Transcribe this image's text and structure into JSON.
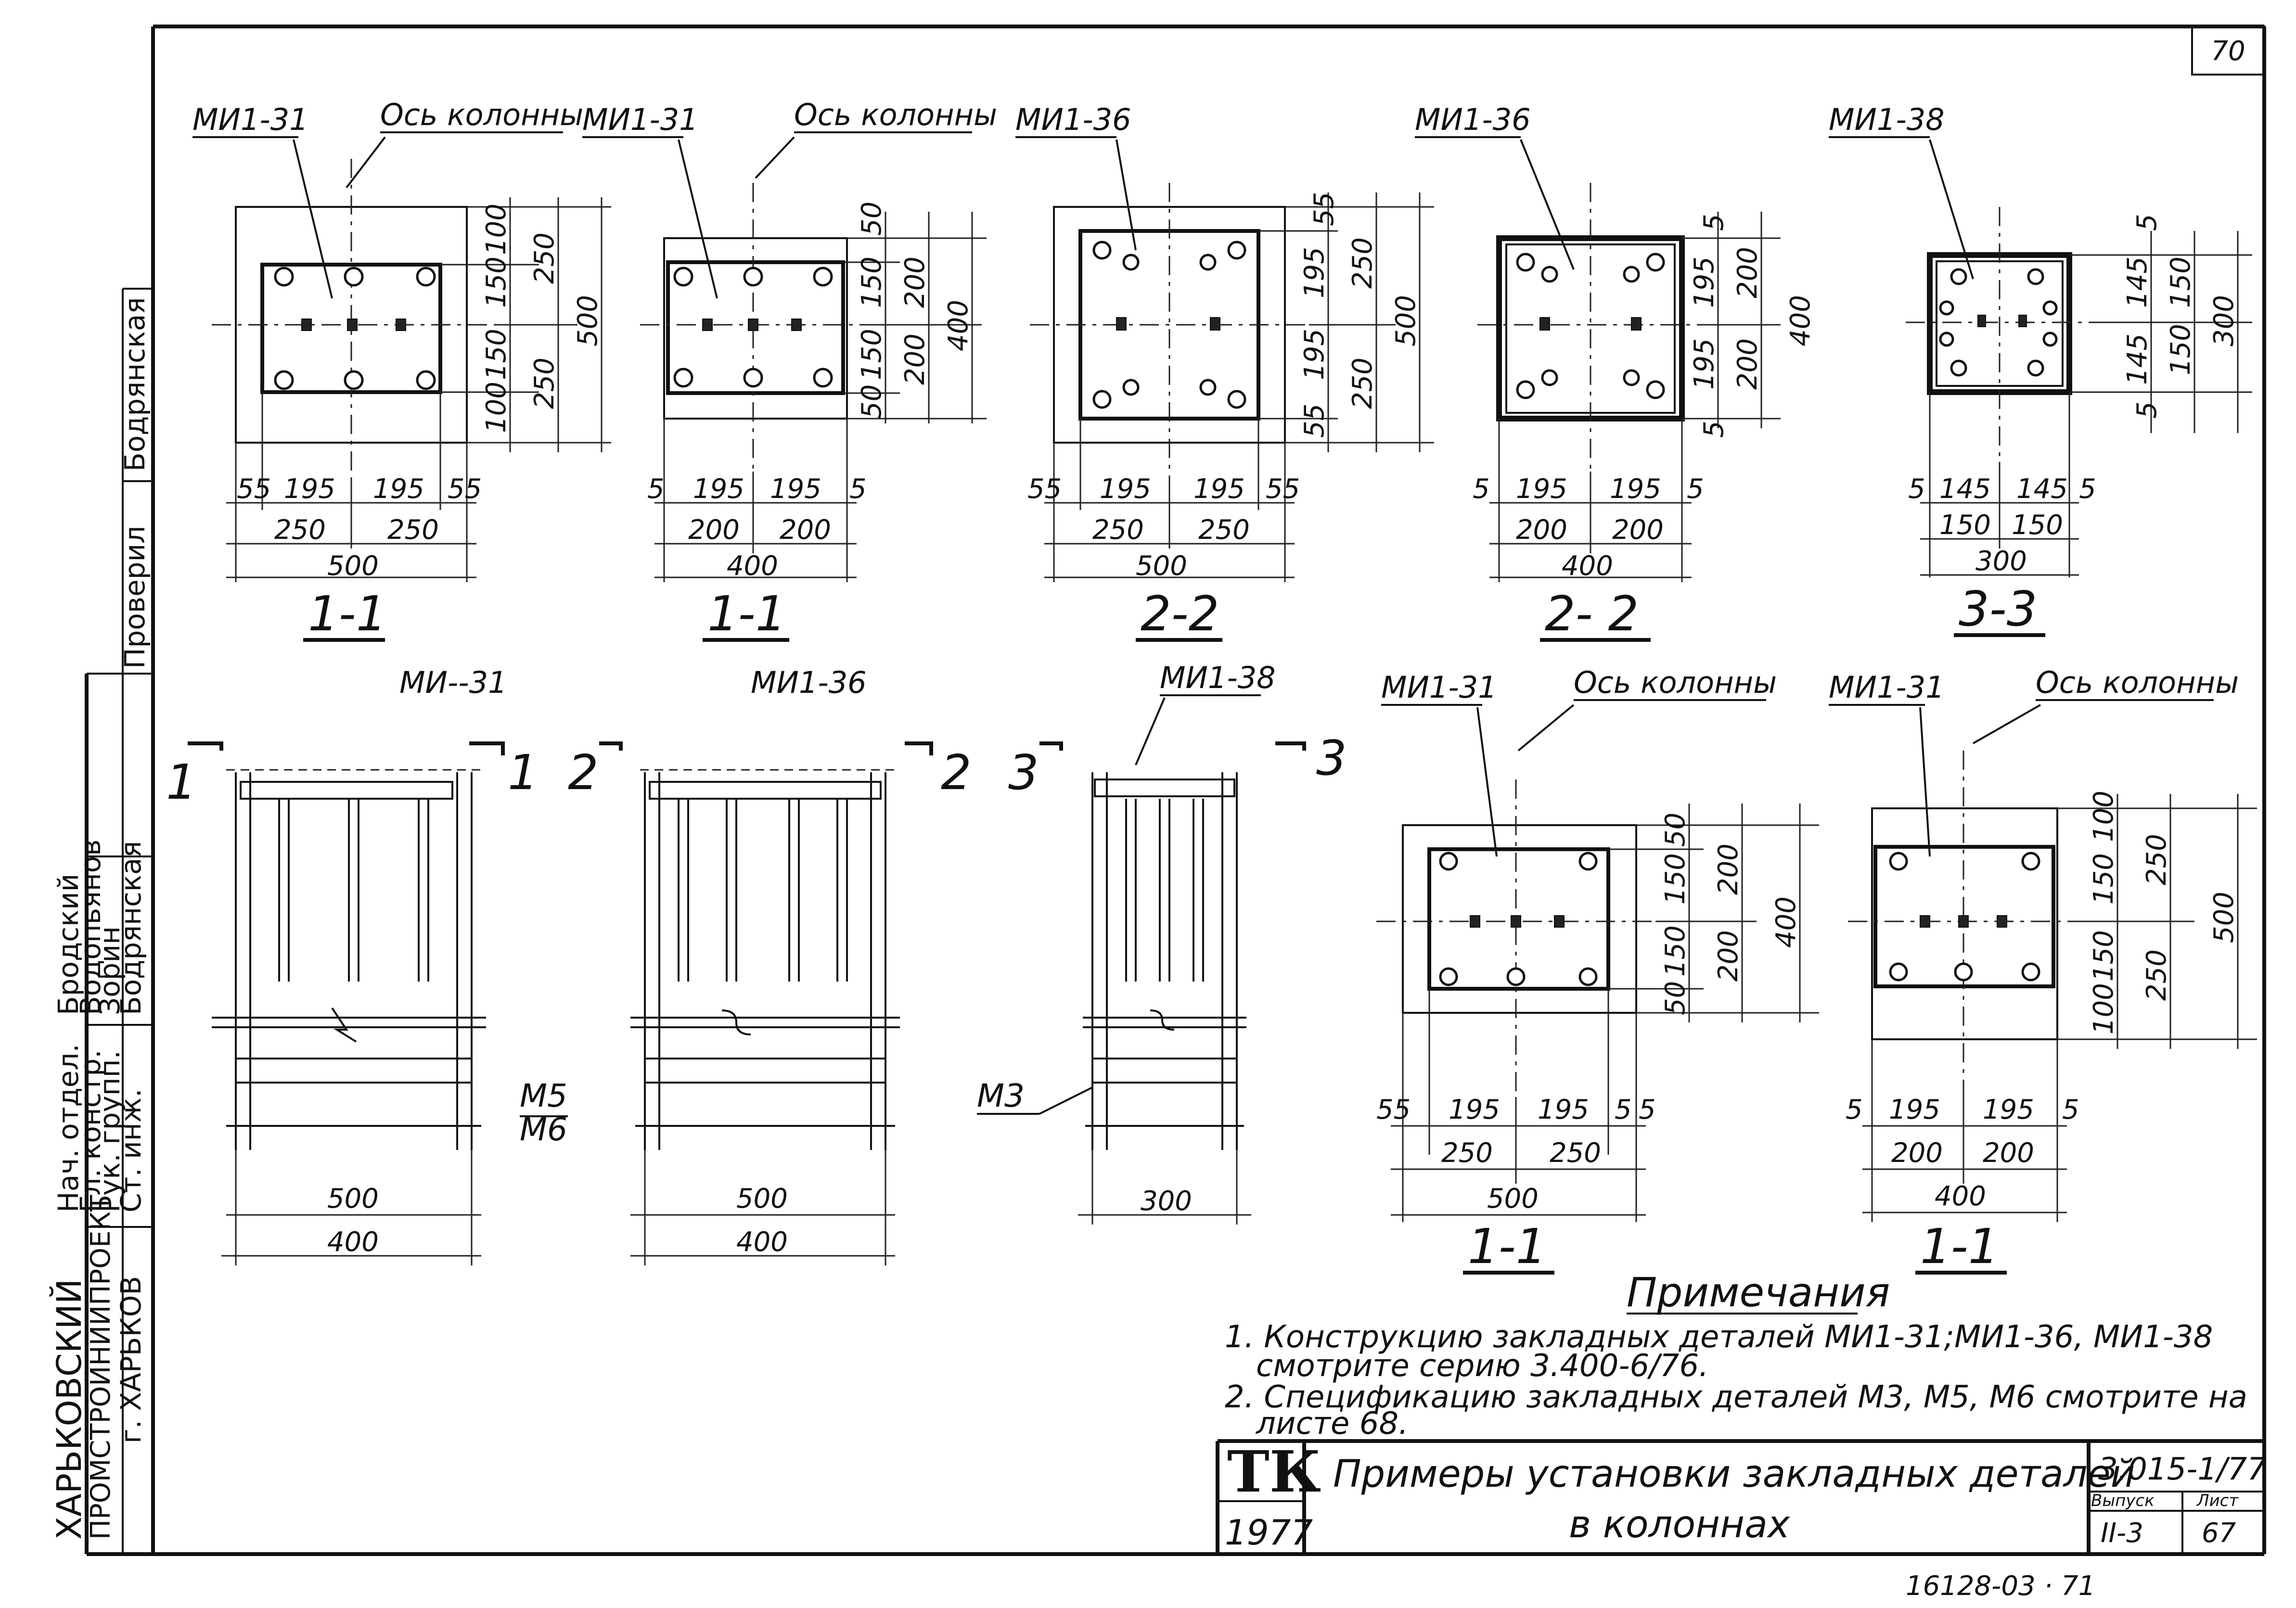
{
  "sheet": {
    "number": "70",
    "bottom_number": "16128-03 · 71"
  },
  "plans": [
    {
      "id": "p1",
      "part": "МИ1-31",
      "axis_label": "Ось колонны",
      "section": "1-1",
      "dims_bottom": [
        "55",
        "195",
        "195",
        "55"
      ],
      "dims_bottom2": [
        "250",
        "250"
      ],
      "overall": "500",
      "dims_right": [
        "100",
        "150",
        "150",
        "100"
      ],
      "dims_right2": [
        "250",
        "250"
      ],
      "overall_v": "500"
    },
    {
      "id": "p2",
      "part": "МИ1-31",
      "axis_label": "Ось колонны",
      "section": "1-1",
      "dims_bottom": [
        "5",
        "195",
        "195",
        "5"
      ],
      "dims_bottom2": [
        "200",
        "200"
      ],
      "overall": "400",
      "dims_right": [
        "50",
        "150",
        "150",
        "50"
      ],
      "dims_right2": [
        "200",
        "200"
      ],
      "overall_v": "400"
    },
    {
      "id": "p3",
      "part": "МИ1-36",
      "section": "2-2",
      "dims_bottom": [
        "55",
        "195",
        "195",
        "55"
      ],
      "dims_bottom2": [
        "250",
        "250"
      ],
      "overall": "500",
      "dims_right": [
        "55",
        "195",
        "195",
        "55"
      ],
      "dims_right2": [
        "250",
        "250"
      ],
      "overall_v": "500"
    },
    {
      "id": "p4",
      "part": "МИ1-36",
      "section": "2- 2",
      "dims_bottom": [
        "5",
        "195",
        "195",
        "5"
      ],
      "dims_bottom2": [
        "200",
        "200"
      ],
      "overall": "400",
      "dims_right": [
        "5",
        "195",
        "195",
        "5"
      ],
      "dims_right2": [
        "200",
        "200"
      ],
      "overall_v": "400"
    },
    {
      "id": "p5",
      "part": "МИ1-38",
      "section": "3-3",
      "dims_bottom": [
        "5",
        "145",
        "145",
        "5"
      ],
      "dims_bottom2": [
        "150",
        "150"
      ],
      "overall": "300",
      "dims_right": [
        "5",
        "145",
        "145",
        "5"
      ],
      "dims_right2": [
        "150",
        "150"
      ],
      "overall_v": "300"
    },
    {
      "id": "p6",
      "part": "МИ1-31",
      "axis_label": "Ось колонны",
      "section": "1-1",
      "dims_bottom": [
        "55",
        "195",
        "195",
        "5",
        "5"
      ],
      "dims_bottom2": [
        "250",
        "250"
      ],
      "overall": "500",
      "dims_right": [
        "50",
        "150",
        "150",
        "50"
      ],
      "dims_right2": [
        "200",
        "200"
      ],
      "overall_v": "400"
    },
    {
      "id": "p7",
      "part": "МИ1-31",
      "axis_label": "Ось колонны",
      "section": "1-1",
      "dims_bottom": [
        "5",
        "195",
        "195",
        "5"
      ],
      "dims_bottom2": [
        "200",
        "200"
      ],
      "overall": "400",
      "dims_right": [
        "100",
        "150",
        "150",
        "100"
      ],
      "dims_right2": [
        "250",
        "250"
      ],
      "overall_v": "500"
    }
  ],
  "elevations": [
    {
      "id": "e1",
      "part": "МИ--31",
      "cut": [
        "1",
        "1"
      ],
      "dims": [
        "500",
        "400"
      ],
      "labels": [
        "М5",
        "М6"
      ]
    },
    {
      "id": "e2",
      "part": "МИ1-36",
      "cut": [
        "2",
        "2"
      ],
      "dims": [
        "500",
        "400"
      ]
    },
    {
      "id": "e3",
      "part": "МИ1-38",
      "cut": [
        "3",
        "3"
      ],
      "dims": [
        "300"
      ],
      "labels": [
        "М3"
      ]
    }
  ],
  "notes": {
    "title": "Примечания",
    "lines": [
      "1. Конструкцию закладных деталей МИ1-31;МИ1-36, МИ1-38",
      "смотрите серию 3.400-6/76.",
      "2. Спецификацию закладных деталей М3, М5, М6 смотрите на",
      "листе 68."
    ]
  },
  "title_block": {
    "logo": "ТК",
    "year": "1977",
    "title_line1": "Примеры установки закладных деталей",
    "title_line2": "в колоннах",
    "series": "3.015-1/77",
    "issue_label": "Выпуск",
    "issue": "II-3",
    "sheet_label": "Лист",
    "sheet": "67"
  },
  "left_stamp": {
    "org": [
      "ХАРЬКОВСКИЙ",
      "ПРОМСТРОЙНИИПРОЕКТ",
      "г. ХАРЬКОВ"
    ],
    "roles": [
      "Нач. отдел.",
      "Гл. констр.",
      "Рук. групп.",
      "Ст. инж."
    ],
    "names": [
      "Бродский",
      "Водопьянов",
      "Зорин",
      "Бодрянская"
    ],
    "check_label": "Проверил",
    "check_name": "Бодрянская"
  }
}
